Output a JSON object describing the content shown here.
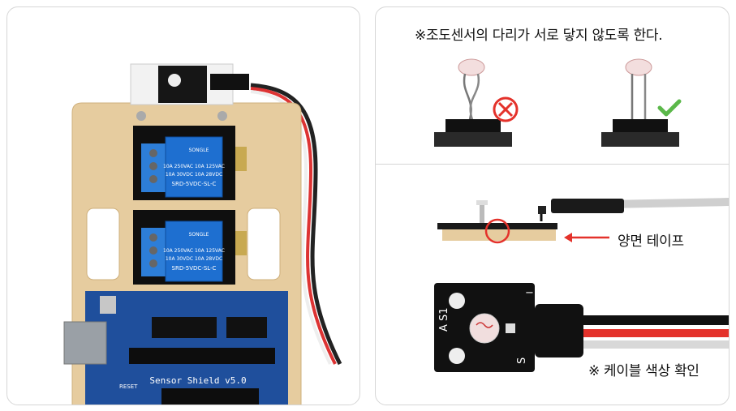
{
  "top_note": "※조도센서의 다리가 서로  닿지 않도록 한다.",
  "tape_label": "양면 테이프",
  "cable_note": "※ 케이블 색상 확인",
  "board": {
    "shield_label": "Sensor Shield v5.0",
    "reset_label": "RESET",
    "relay_brand": "SONGLE",
    "relay_line1": "10A 250VAC  10A 125VAC",
    "relay_line2": "10A 30VDC  10A 28VDC",
    "relay_model": "SRD-5VDC-SL-C",
    "sensor_module_text": "A S1",
    "sensor_pin_label": "S",
    "sensor_minus": "−"
  },
  "icons": {
    "wrong": "x-circle-icon",
    "right": "check-icon"
  },
  "colors": {
    "wrong": "#e4322b",
    "right": "#5bb84a",
    "arrow": "#e4322b",
    "wood": "#e6cc9f",
    "board_blue": "#1f4f9c",
    "relay_blue": "#1e6fd0"
  }
}
